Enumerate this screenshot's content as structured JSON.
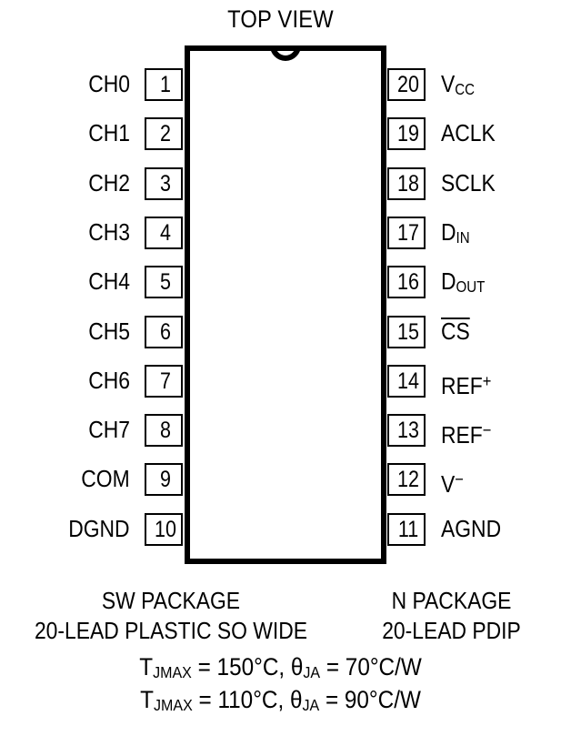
{
  "title": "TOP VIEW",
  "colors": {
    "ink": "#000000",
    "background": "#ffffff"
  },
  "package": {
    "pin_count": 20,
    "notch_icon": "package-notch-semicircle"
  },
  "pins": {
    "left": [
      {
        "number": "1",
        "label": "CH0"
      },
      {
        "number": "2",
        "label": "CH1"
      },
      {
        "number": "3",
        "label": "CH2"
      },
      {
        "number": "4",
        "label": "CH3"
      },
      {
        "number": "5",
        "label": "CH4"
      },
      {
        "number": "6",
        "label": "CH5"
      },
      {
        "number": "7",
        "label": "CH6"
      },
      {
        "number": "8",
        "label": "CH7"
      },
      {
        "number": "9",
        "label": "COM"
      },
      {
        "number": "10",
        "label": "DGND"
      }
    ],
    "right": [
      {
        "number": "20",
        "label": "VCC",
        "base": "V",
        "sub": "CC",
        "sup": "",
        "overline": false
      },
      {
        "number": "19",
        "label": "ACLK",
        "base": "ACLK",
        "sub": "",
        "sup": "",
        "overline": false
      },
      {
        "number": "18",
        "label": "SCLK",
        "base": "SCLK",
        "sub": "",
        "sup": "",
        "overline": false
      },
      {
        "number": "17",
        "label": "DIN",
        "base": "D",
        "sub": "IN",
        "sup": "",
        "overline": false
      },
      {
        "number": "16",
        "label": "DOUT",
        "base": "D",
        "sub": "OUT",
        "sup": "",
        "overline": false
      },
      {
        "number": "15",
        "label": "CS",
        "base": "CS",
        "sub": "",
        "sup": "",
        "overline": true
      },
      {
        "number": "14",
        "label": "REF+",
        "base": "REF",
        "sub": "",
        "sup": "+",
        "overline": false
      },
      {
        "number": "13",
        "label": "REF−",
        "base": "REF",
        "sub": "",
        "sup": "−",
        "overline": false
      },
      {
        "number": "12",
        "label": "V−",
        "base": "V",
        "sub": "",
        "sup": "−",
        "overline": false
      },
      {
        "number": "11",
        "label": "AGND",
        "base": "AGND",
        "sub": "",
        "sup": "",
        "overline": false
      }
    ]
  },
  "packages": {
    "left": {
      "name": "SW PACKAGE",
      "description": "20-LEAD PLASTIC SO WIDE"
    },
    "right": {
      "name": "N PACKAGE",
      "description": "20-LEAD PDIP"
    }
  },
  "thermal": [
    {
      "tj_symbol": "T",
      "tj_sub": "JMAX",
      "tj_value": " = 150°C, ",
      "theta_symbol": "θ",
      "theta_sub": "JA",
      "theta_value": " = 70°C/W",
      "full": "TJMAX = 150°C, θJA = 70°C/W"
    },
    {
      "tj_symbol": "T",
      "tj_sub": "JMAX",
      "tj_value": " = 110°C, ",
      "theta_symbol": "θ",
      "theta_sub": "JA",
      "theta_value": " = 90°C/W",
      "full": "TJMAX = 110°C, θJA = 90°C/W"
    }
  ]
}
